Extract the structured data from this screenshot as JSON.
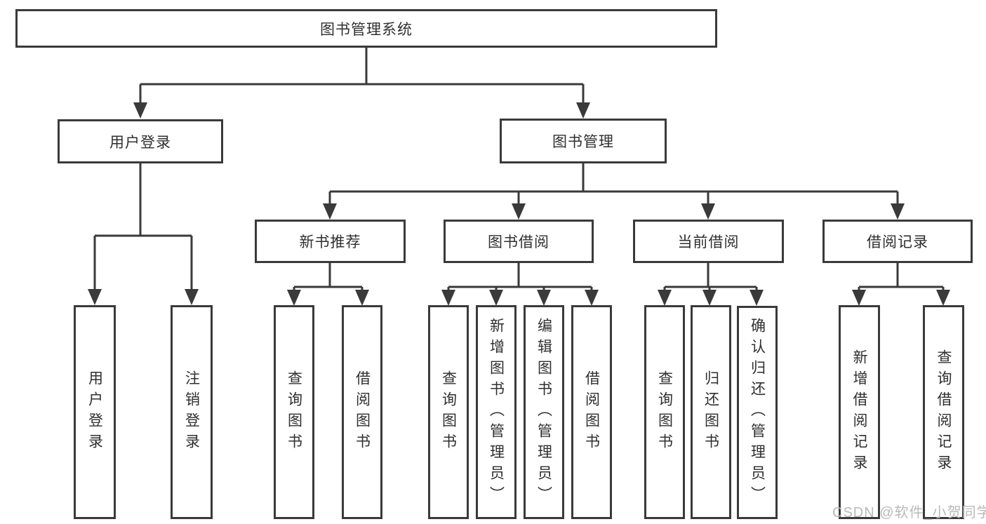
{
  "root": {
    "label": "图书管理系统"
  },
  "branches": [
    {
      "label": "用户登录",
      "leaves": [
        {
          "label": "用户登录"
        },
        {
          "label": "注销登录"
        }
      ]
    },
    {
      "label": "图书管理",
      "sections": [
        {
          "label": "新书推荐",
          "leaves": [
            {
              "label": "查询图书"
            },
            {
              "label": "借阅图书"
            }
          ]
        },
        {
          "label": "图书借阅",
          "leaves": [
            {
              "label": "查询图书"
            },
            {
              "label": "新增图书（管理员）"
            },
            {
              "label": "编辑图书（管理员）"
            },
            {
              "label": "借阅图书"
            }
          ]
        },
        {
          "label": "当前借阅",
          "leaves": [
            {
              "label": "查询图书"
            },
            {
              "label": "归还图书"
            },
            {
              "label": "确认归还（管理员）"
            }
          ]
        },
        {
          "label": "借阅记录",
          "leaves": [
            {
              "label": "新增借阅记录"
            },
            {
              "label": "查询借阅记录"
            }
          ]
        }
      ]
    }
  ],
  "watermark": {
    "text": "CSDN @软件_小贺同学"
  },
  "colors": {
    "line": "#3a3a3a",
    "text": "#2f2f2f",
    "watermark": "#b9b9b9",
    "background": "#ffffff"
  }
}
